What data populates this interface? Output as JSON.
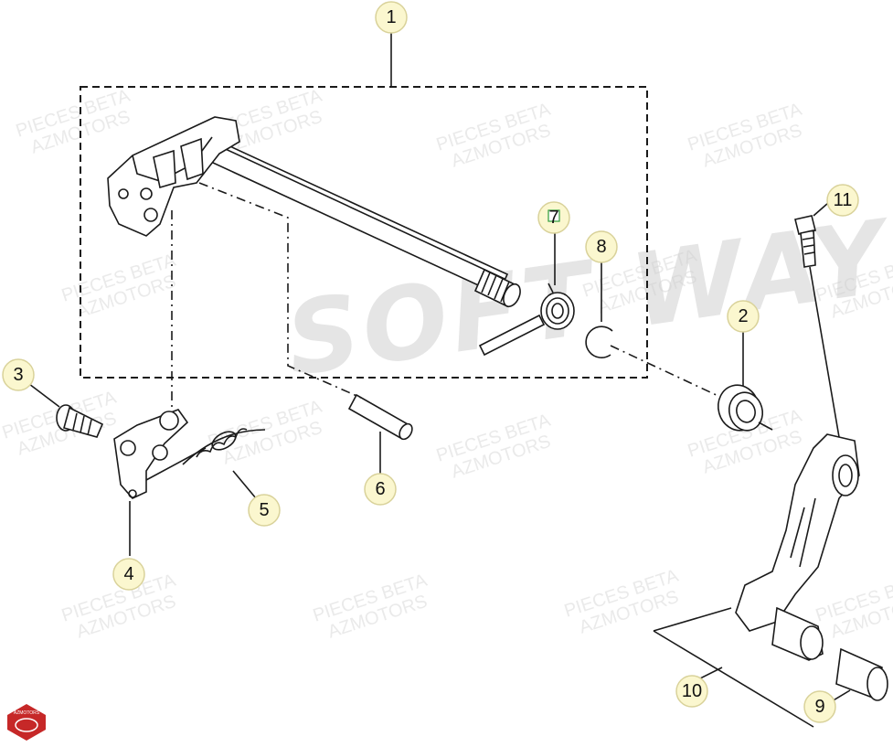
{
  "watermark": {
    "line1": "PIECES BETA",
    "line2": "AZMOTORS",
    "big": "SOFT WAY"
  },
  "brand": {
    "logo_text": "AZMOTORS",
    "color": "#c62828"
  },
  "callouts": [
    {
      "id": "c1",
      "label": "1"
    },
    {
      "id": "c2",
      "label": "2"
    },
    {
      "id": "c3",
      "label": "3"
    },
    {
      "id": "c4",
      "label": "4"
    },
    {
      "id": "c5",
      "label": "5"
    },
    {
      "id": "c6",
      "label": "6"
    },
    {
      "id": "c7",
      "label": "7"
    },
    {
      "id": "c8",
      "label": "8"
    },
    {
      "id": "c9",
      "label": "9"
    },
    {
      "id": "c10",
      "label": "10"
    },
    {
      "id": "c11",
      "label": "11"
    }
  ],
  "colors": {
    "bubble_fill": "#fbf7cf",
    "bubble_stroke": "#d9d29a",
    "line": "#1a1a1a",
    "check_box": "#2e9c3a"
  }
}
